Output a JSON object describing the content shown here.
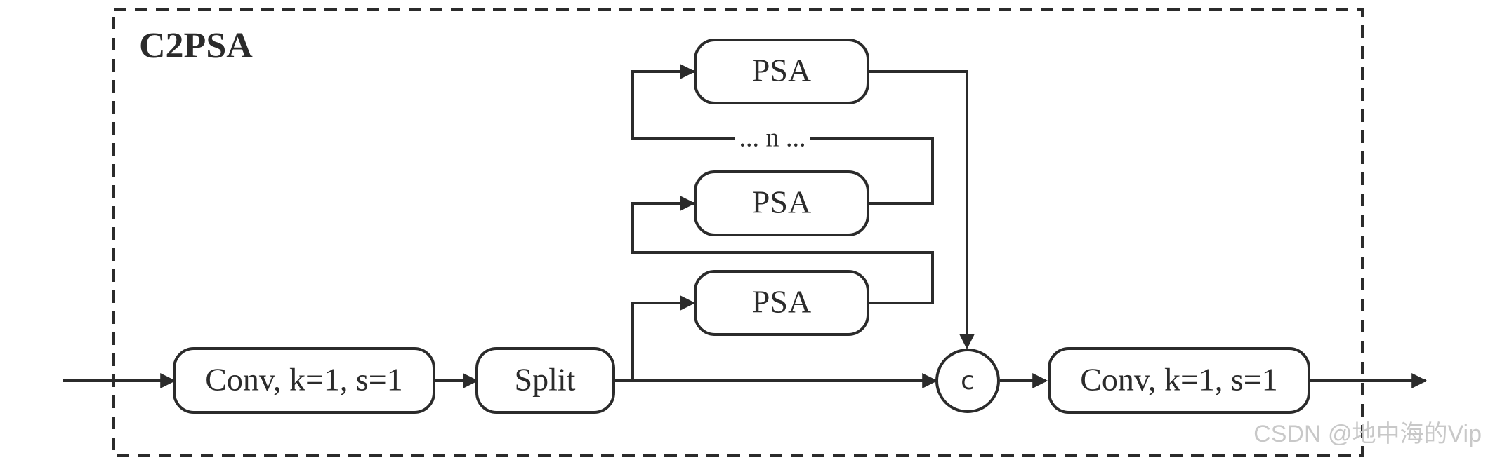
{
  "diagram": {
    "module_title": "C2PSA",
    "conv_in_label": "Conv, k=1, s=1",
    "split_label": "Split",
    "psa_label": "PSA",
    "repeat_label": "... n ...",
    "concat_label": "c",
    "conv_out_label": "Conv, k=1, s=1",
    "watermark": "CSDN @地中海的Vip"
  },
  "colors": {
    "stroke": "#2b2b2b",
    "background": "#ffffff",
    "watermark": "#c8c8c8"
  }
}
